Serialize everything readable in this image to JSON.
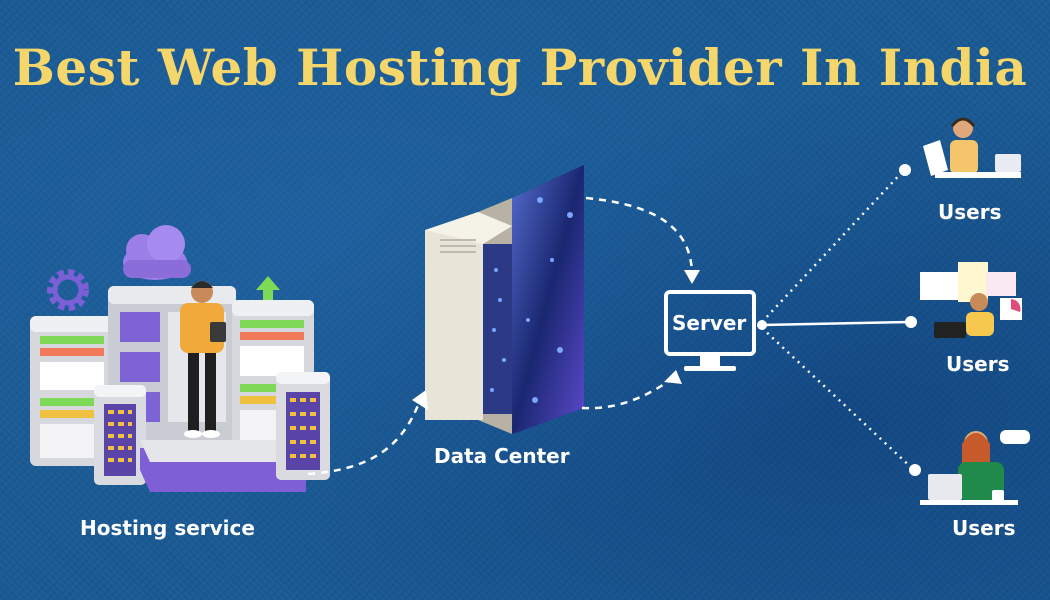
{
  "title": "Best Web Hosting Provider In India",
  "nodes": {
    "hosting": "Hosting service",
    "datacenter": "Data Center",
    "server": "Server",
    "users": [
      "Users",
      "Users",
      "Users"
    ]
  },
  "icons": {
    "user1_note": "∴"
  },
  "colors": {
    "background": "#1a5a94",
    "title": "#f4d66a",
    "text": "#ffffff"
  }
}
